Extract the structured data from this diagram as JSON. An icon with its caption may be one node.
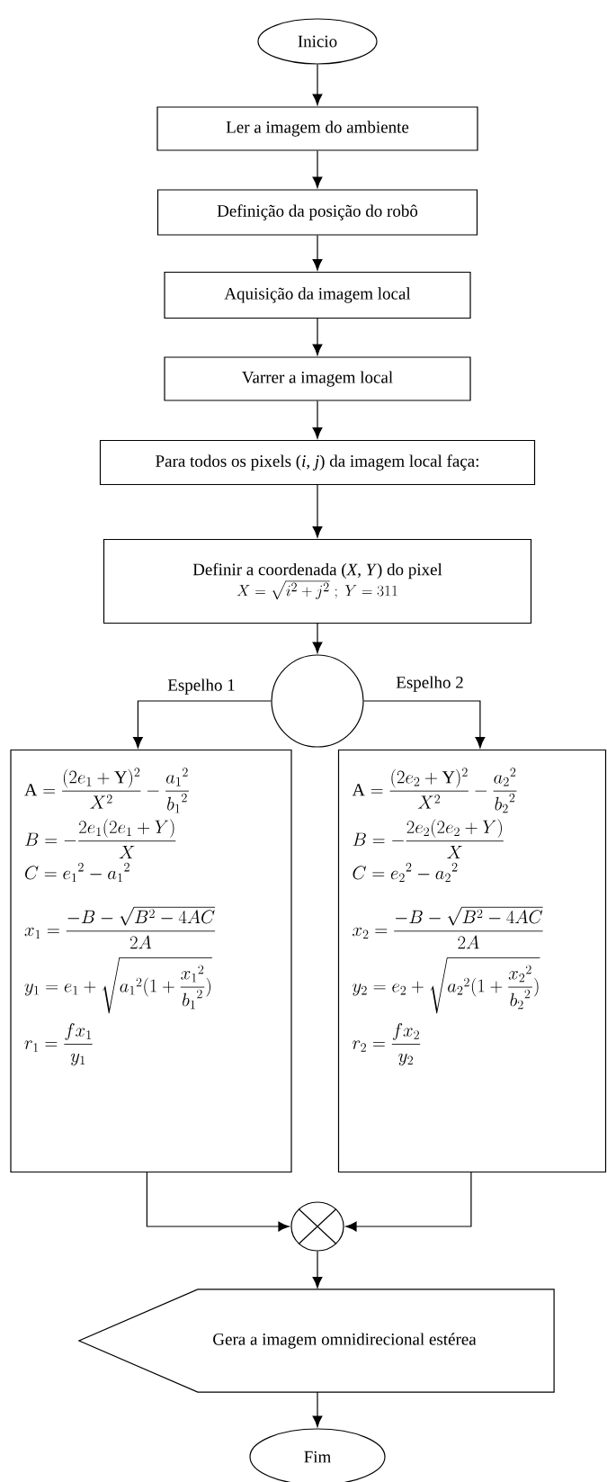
{
  "diagram": {
    "nodes": [
      {
        "text": [
          "Inicio"
        ]
      },
      {
        "text": [
          "Ler a imagem do ambiente"
        ]
      },
      {
        "text": [
          "Definição da posição do robô"
        ]
      },
      {
        "text": [
          "Aquisição da imagem local"
        ]
      },
      {
        "text": [
          "Varrer a imagem local"
        ]
      },
      {
        "text": [
          "Para todos os pixels (*i, j*) da imagem local faça:"
        ]
      },
      {
        "text": [
          "Definir a coordenada (*X*, *Y*) do pixel",
          "X = \\sqrt{i^{2} + j^{2}}\\;;\\; Y = 311"
        ]
      },
      {
        "text": [],
        "shape": "circle"
      },
      {
        "text": [
          "\\mathrm{A} = \\frac{(2e_{1} + \\mathrm{Y})^{2}}{X^{2}} - \\frac{{a_{1}}^{2}}{{b_{1}}^{2}}",
          "B = -\\frac{2e_{1}(2e_{1} + Y)}{X}",
          "C = {e_{1}}^{2} - {a_{1}}^{2}",
          "x_{1} = \\frac{-B - \\sqrt{B^{2} - 4AC}}{2A}",
          "y_{1} = e_{1} + \\sqrt{{a_{1}}^{2}(1 + \\frac{{x_{1}}^{2}}{{b_{1}}^{2}})}",
          "r_{1} = \\frac{fx_{1}}{y_{1}}"
        ]
      },
      {
        "text": [
          "\\mathrm{A} = \\frac{(2e_{2} + \\mathrm{Y})^{2}}{X^{2}} - \\frac{{a_{2}}^{2}}{{b_{2}}^{2}}",
          "B = -\\frac{2e_{2}(2e_{2} + Y)}{X}",
          "C = {e_{2}}^{2} - {a_{2}}^{2}",
          "x_{2} = \\frac{-B - \\sqrt{B^{2} - 4AC}}{2A}",
          "y_{2} = e_{2} + \\sqrt{{a_{2}}^{2}(1 + \\frac{{x_{2}}^{2}}{{b_{2}}^{2}})}",
          "r_{2} = \\frac{fx_{2}}{y_{2}}"
        ]
      },
      {
        "text": [],
        "shape": "circle"
      },
      {
        "text": [
          "Gera a imagem omnidirecional estérea"
        ]
      },
      {
        "text": [
          "Fim"
        ]
      }
    ],
    "edges": [
      {
        "from": 0,
        "to": 1,
        "arrow": "to"
      },
      {
        "from": 1,
        "to": 2,
        "arrow": "to"
      },
      {
        "from": 2,
        "to": 3,
        "arrow": "to"
      },
      {
        "from": 3,
        "to": 4,
        "arrow": "to"
      },
      {
        "from": 4,
        "to": 5,
        "arrow": "to"
      },
      {
        "from": 5,
        "to": 6,
        "arrow": "to"
      },
      {
        "from": 6,
        "to": 7,
        "arrow": "to"
      },
      {
        "from": 7,
        "to": 8,
        "arrow": "to",
        "label": "Espelho 1"
      },
      {
        "from": 7,
        "to": 9,
        "arrow": "to",
        "label": "Espelho 2"
      },
      {
        "from": 8,
        "to": 10,
        "arrow": "to"
      },
      {
        "from": 9,
        "to": 10,
        "arrow": "to"
      },
      {
        "from": 10,
        "to": 11,
        "arrow": "to"
      },
      {
        "from": 11,
        "to": 12,
        "arrow": "to"
      }
    ]
  }
}
